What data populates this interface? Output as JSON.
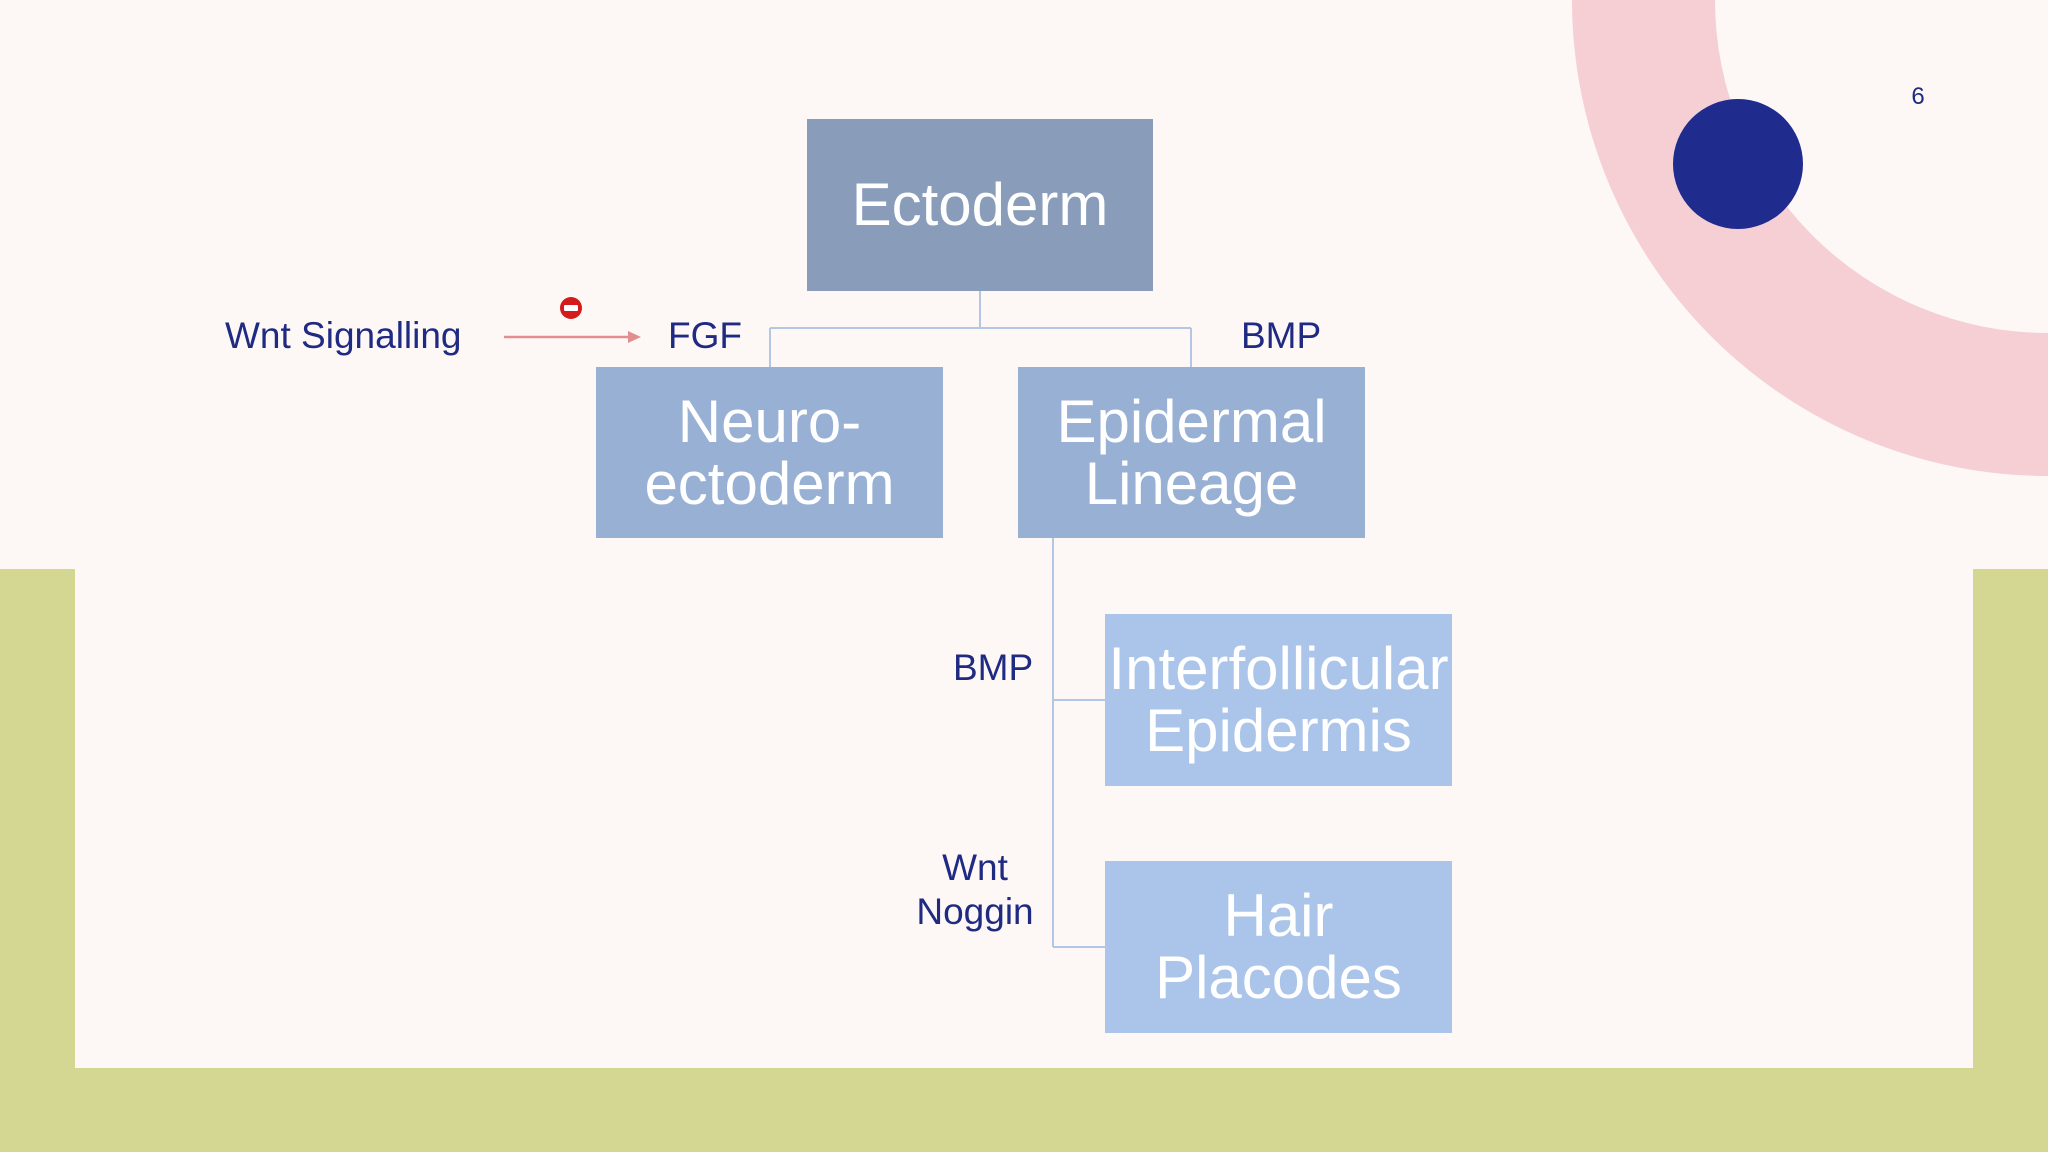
{
  "slide_number": "6",
  "colors": {
    "background": "#fdf8f6",
    "green_frame": "#d3d791",
    "pink_arc": "#f5cfd4",
    "navy_circle": "#1f2b8d",
    "text": "#1f2a82",
    "box_level1": "#899cb9",
    "box_level2": "#98b0d4",
    "box_level3": "#abc4e9",
    "connector": "#b3c7e2",
    "arrow": "#e38e8e",
    "stop_icon": "#d41b1b"
  },
  "diagram": {
    "nodes": {
      "ectoderm": "Ectoderm",
      "neuroectoderm": "Neuro-\nectoderm",
      "epidermal_lineage": "Epidermal\nLineage",
      "interfollicular_epidermis": "Interfollicular\nEpidermis",
      "hair_placodes": "Hair\nPlacodes"
    },
    "labels": {
      "wnt_signalling": "Wnt Signalling",
      "fgf": "FGF",
      "bmp_top": "BMP",
      "bmp_mid": "BMP",
      "wnt_noggin": "Wnt\nNoggin"
    },
    "edges": [
      {
        "from": "ectoderm",
        "to": "neuroectoderm",
        "label": "FGF"
      },
      {
        "from": "ectoderm",
        "to": "epidermal_lineage",
        "label": "BMP"
      },
      {
        "from": "epidermal_lineage",
        "to": "interfollicular_epidermis",
        "label": "BMP"
      },
      {
        "from": "epidermal_lineage",
        "to": "hair_placodes",
        "label": "Wnt\nNoggin"
      },
      {
        "from": "wnt_signalling",
        "to": "fgf",
        "relation": "inhibits",
        "icon": "stop-icon"
      }
    ]
  }
}
